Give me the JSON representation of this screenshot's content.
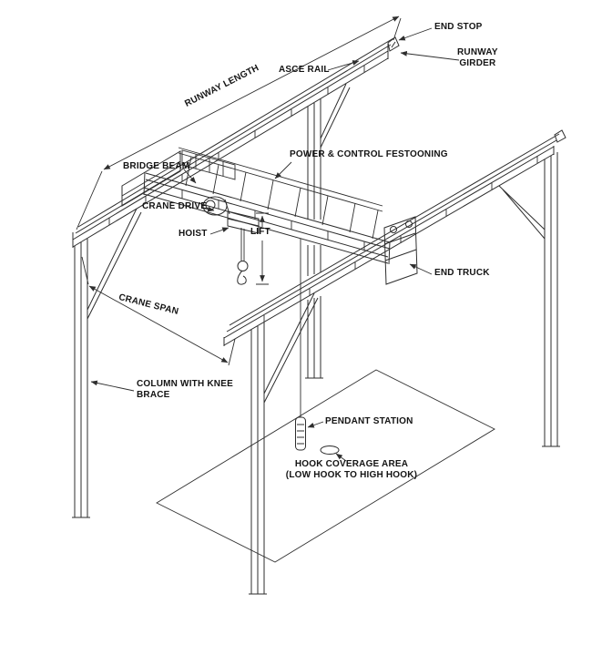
{
  "labels": {
    "end_stop": "END STOP",
    "runway_girder": "RUNWAY\nGIRDER",
    "asce_rail": "ASCE RAIL",
    "runway_length": "RUNWAY LENGTH",
    "bridge_beam": "BRIDGE BEAM",
    "power_control_festooning": "POWER & CONTROL FESTOONING",
    "crane_drive": "CRANE DRIVE",
    "hoist": "HOIST",
    "lift": "LIFT",
    "end_truck": "END TRUCK",
    "crane_span": "CRANE SPAN",
    "column_with_knee_brace": "COLUMN WITH KNEE\nBRACE",
    "pendant_station": "PENDANT STATION",
    "hook_coverage_area": "HOOK COVERAGE AREA\n(LOW HOOK TO HIGH HOOK)"
  },
  "colors": {
    "line": "#2e2e2e",
    "text": "#141414",
    "background": "#ffffff"
  }
}
